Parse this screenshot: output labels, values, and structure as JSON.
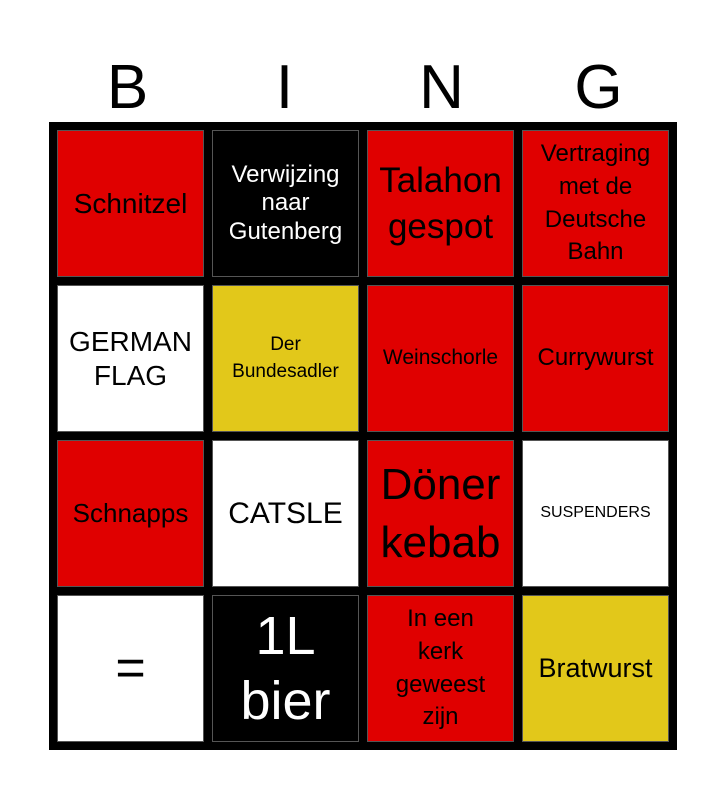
{
  "header": [
    "B",
    "I",
    "N",
    "G"
  ],
  "cells": [
    {
      "text": "Schnitzel",
      "color": "red"
    },
    {
      "text": "Verwijzing naar Gutenberg",
      "color": "black"
    },
    {
      "text": "Talahon gespot",
      "color": "red"
    },
    {
      "text": "Vertraging met de Deutsche Bahn",
      "color": "red"
    },
    {
      "text": "GERMAN FLAG",
      "color": "white"
    },
    {
      "text": "Der Bundesadler",
      "color": "yellow"
    },
    {
      "text": "Weinschorle",
      "color": "red"
    },
    {
      "text": "Currywurst",
      "color": "red"
    },
    {
      "text": "Schnapps",
      "color": "red"
    },
    {
      "text": "CATSLE",
      "color": "white"
    },
    {
      "text": "Döner kebab",
      "color": "red"
    },
    {
      "text": "SUSPENDERS",
      "color": "white"
    },
    {
      "text": "=",
      "color": "white"
    },
    {
      "text": "1L bier",
      "color": "black"
    },
    {
      "text": "In een kerk geweest zijn",
      "color": "red"
    },
    {
      "text": "Bratwurst",
      "color": "yellow"
    }
  ],
  "colors": {
    "red": "#e00000",
    "yellow": "#e2c81a",
    "black": "#000000",
    "white": "#ffffff"
  }
}
